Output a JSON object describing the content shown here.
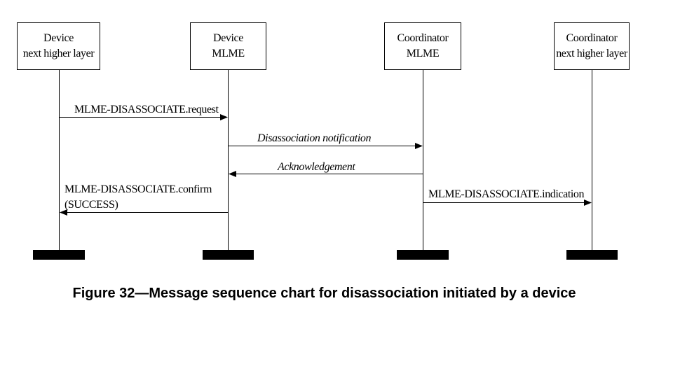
{
  "participants": [
    {
      "line1": "Device",
      "line2": "next higher layer"
    },
    {
      "line1": "Device",
      "line2": "MLME"
    },
    {
      "line1": "Coordinator",
      "line2": "MLME"
    },
    {
      "line1": "Coordinator",
      "line2": "next higher layer"
    }
  ],
  "messages": [
    {
      "text": "MLME-DISASSOCIATE.request",
      "from": "Device next higher layer",
      "to": "Device MLME",
      "style": "normal"
    },
    {
      "text": "Disassociation notification",
      "from": "Device MLME",
      "to": "Coordinator MLME",
      "style": "italic"
    },
    {
      "text": "Acknowledgement",
      "from": "Coordinator MLME",
      "to": "Device MLME",
      "style": "italic"
    },
    {
      "text": "MLME-DISASSOCIATE.confirm",
      "text2": "(SUCCESS)",
      "from": "Device MLME",
      "to": "Device next higher layer",
      "style": "normal"
    },
    {
      "text": "MLME-DISASSOCIATE.indication",
      "from": "Coordinator MLME",
      "to": "Coordinator next higher layer",
      "style": "normal"
    }
  ],
  "caption": "Figure 32—Message sequence chart for disassociation initiated by a device"
}
